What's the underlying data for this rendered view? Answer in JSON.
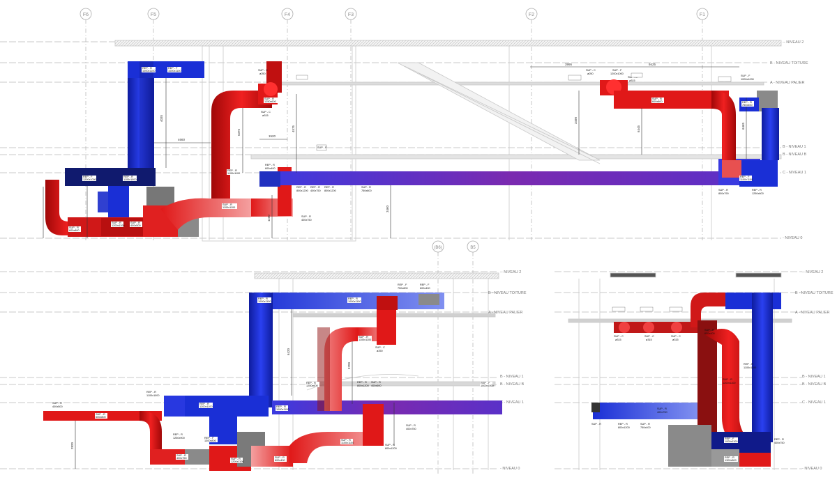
{
  "colors": {
    "supply": "#e01818",
    "supply_dark": "#a00808",
    "return": "#1a2fd6",
    "return_dark": "#101a8a",
    "mixed": "#6a2aa8",
    "equipment": "#8a8a8a",
    "grid": "#aaaaaa",
    "structure": "#c8c8c8",
    "label_bg": "#1b1b60",
    "background": "#ffffff"
  },
  "gridlines": [
    {
      "id": "F6",
      "label": "F6"
    },
    {
      "id": "F5",
      "label": "F5"
    },
    {
      "id": "F4",
      "label": "F4"
    },
    {
      "id": "F3",
      "label": "F3"
    },
    {
      "id": "F2",
      "label": "F2"
    },
    {
      "id": "F1",
      "label": "F1"
    },
    {
      "id": "B6",
      "label": "(B6)"
    },
    {
      "id": "B5",
      "label": "B5"
    }
  ],
  "levels": {
    "niveau2": "-- NIVEAU 2",
    "toiture": "B - NIVEAU TOITURE",
    "palier": "A - NIVEAU PALIER",
    "niveau1": "B - NIVEAU 1",
    "niveau1b": "B - NIVEAU B",
    "niveau1c": "C - NIVEAU 1",
    "niveau0": "- NIVEAU 0"
  },
  "tags": {
    "sup_r": "SUP - R",
    "sup_c": "SUP - C",
    "sup_f": "SUP - F",
    "rep_r": "REP - R",
    "rep_f": "REP - F"
  },
  "sizes": {
    "s1000x1100": "1000x1100",
    "s1200x1000": "1200x1000",
    "s1100x1000": "1100x1000",
    "s600x800": "600x800",
    "s400x750": "400x750",
    "s800x1200": "800x1200",
    "s800x790": "800x790",
    "s750x800": "750x800",
    "s1250x600": "1250x600",
    "s1200x1100": "1200x1100",
    "s1100x1100": "1100x1100",
    "s400x500": "400x500",
    "s600x400": "600x400",
    "s1000x1000": "1000x1000",
    "s750x400": "750x400",
    "s1250x900": "1250x900",
    "s1300x800": "1300x800",
    "d250": "ø250",
    "d315": "ø315"
  },
  "dims": {
    "d4660": "4660",
    "d4035": "4035",
    "d1520": "1520",
    "d5375": "5375",
    "d4575": "4575",
    "d3490": "3490",
    "d6445": "6445",
    "d3995": "3995",
    "d9425": "9425",
    "d6465": "6465",
    "d3460": "3460",
    "d1100": "1100",
    "d2820": "2820",
    "d6420": "6420",
    "d5700": "5700"
  }
}
